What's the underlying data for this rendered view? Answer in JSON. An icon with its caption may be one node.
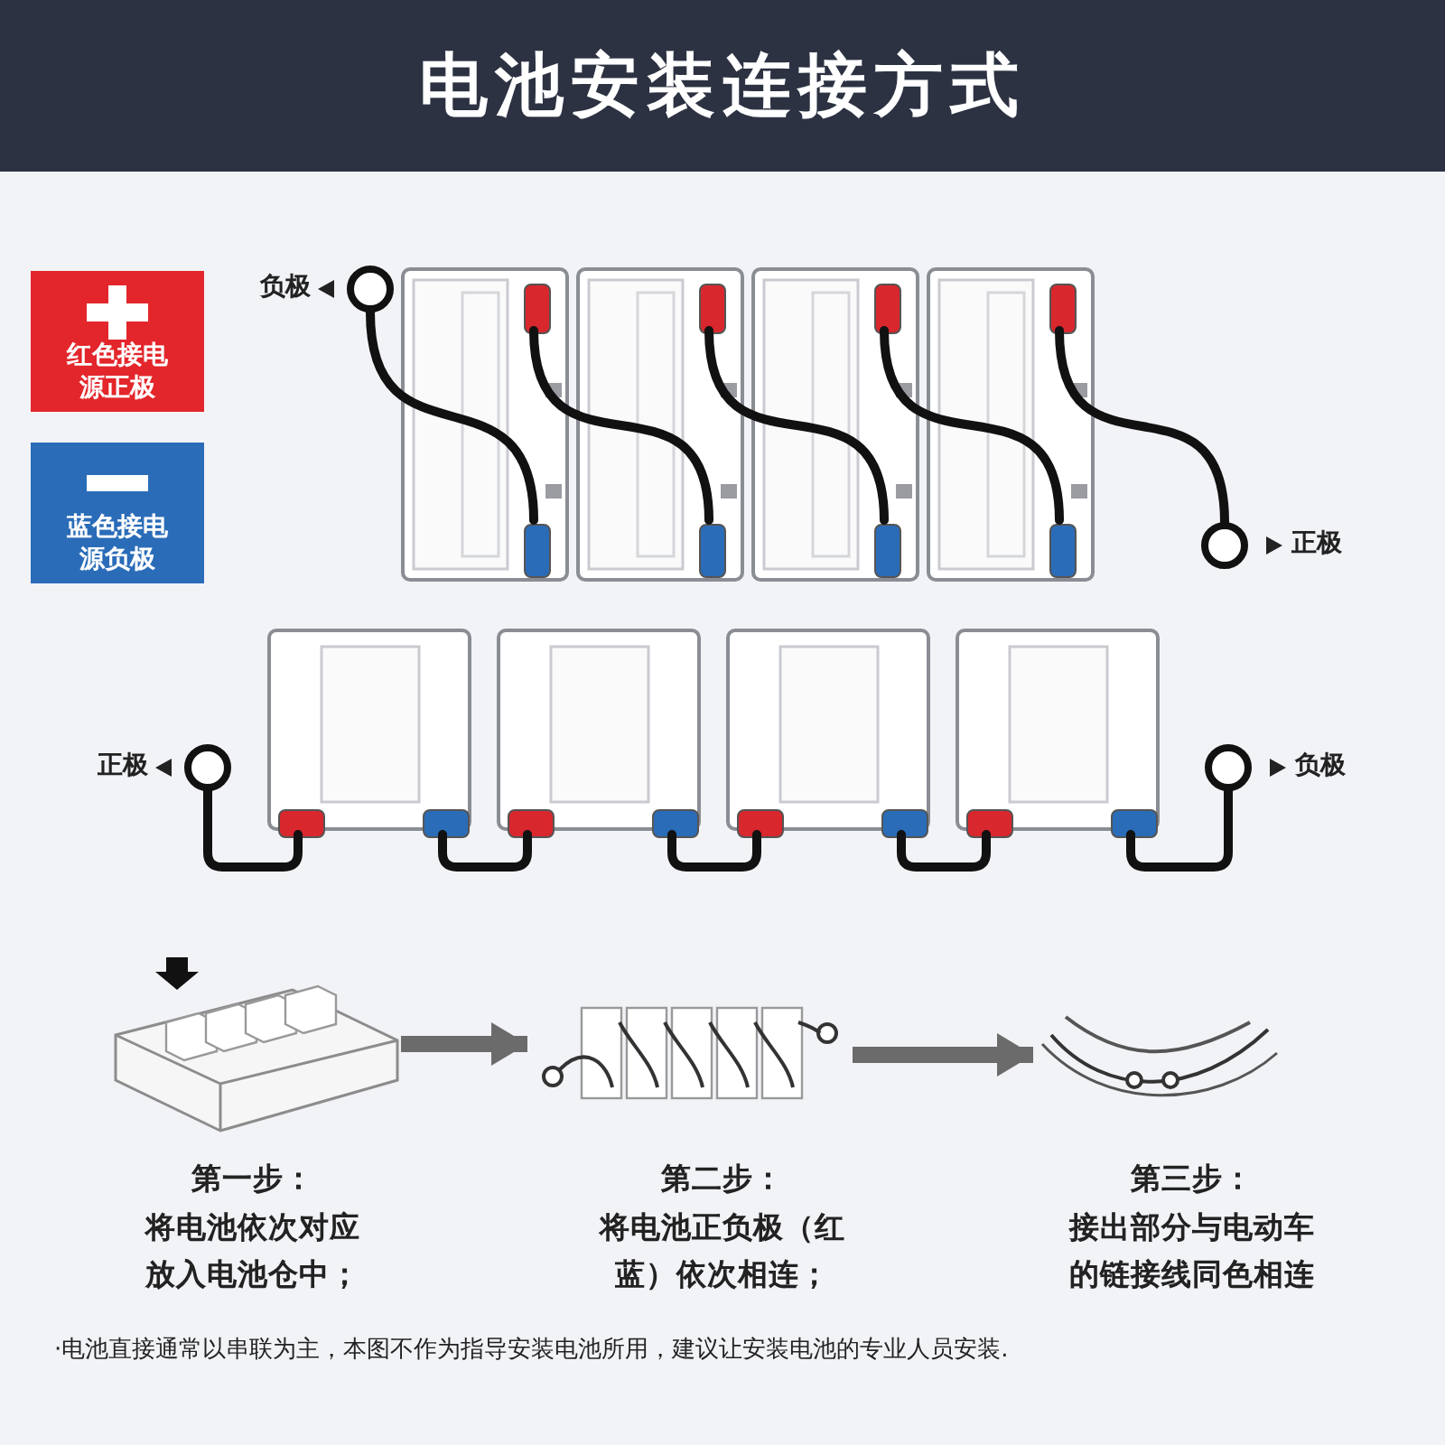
{
  "diagram": {
    "title": "电池安装连接方式",
    "nodes": [
      {
        "text": [],
        "shape": "circle",
        "beside": [
          "负极"
        ]
      },
      {
        "text": [],
        "shape": "box"
      },
      {
        "text": [],
        "shape": "box",
        "in": 1
      },
      {
        "text": [],
        "shape": "box",
        "in": 1
      },
      {
        "text": [],
        "shape": "box"
      },
      {
        "text": [],
        "shape": "box",
        "in": 4
      },
      {
        "text": [],
        "shape": "box",
        "in": 4
      },
      {
        "text": [],
        "shape": "box"
      },
      {
        "text": [],
        "shape": "box",
        "in": 7
      },
      {
        "text": [],
        "shape": "box",
        "in": 7
      },
      {
        "text": [],
        "shape": "box"
      },
      {
        "text": [],
        "shape": "box",
        "in": 10
      },
      {
        "text": [],
        "shape": "box",
        "in": 10
      },
      {
        "text": [],
        "shape": "circle",
        "beside": [
          "正极"
        ]
      },
      {
        "text": [],
        "shape": "circle",
        "beside": [
          "正极"
        ]
      },
      {
        "text": [],
        "shape": "box"
      },
      {
        "text": [],
        "shape": "box",
        "in": 15
      },
      {
        "text": [],
        "shape": "box",
        "in": 15
      },
      {
        "text": [],
        "shape": "box"
      },
      {
        "text": [],
        "shape": "box",
        "in": 18
      },
      {
        "text": [],
        "shape": "box",
        "in": 18
      },
      {
        "text": [],
        "shape": "box"
      },
      {
        "text": [],
        "shape": "box",
        "in": 21
      },
      {
        "text": [],
        "shape": "box",
        "in": 21
      },
      {
        "text": [],
        "shape": "box"
      },
      {
        "text": [],
        "shape": "box",
        "in": 24
      },
      {
        "text": [],
        "shape": "box",
        "in": 24
      },
      {
        "text": [],
        "shape": "circle",
        "beside": [
          "负极"
        ]
      },
      {
        "text": [],
        "shape": "picture",
        "beside": [
          "第一步：",
          "将电池依次对应放入电池仓中；"
        ]
      },
      {
        "text": [],
        "shape": "picture",
        "beside": [
          "第二步：",
          "将电池正负极（红蓝）依次相连；"
        ]
      },
      {
        "text": [],
        "shape": "picture",
        "beside": [
          "第三步：",
          "接出部分与电动车的链接线同色相连"
        ]
      }
    ],
    "edges": [
      {
        "from": 0,
        "to": 3,
        "arrow": "none"
      },
      {
        "from": 2,
        "to": 6,
        "arrow": "none"
      },
      {
        "from": 5,
        "to": 9,
        "arrow": "none"
      },
      {
        "from": 8,
        "to": 12,
        "arrow": "none"
      },
      {
        "from": 11,
        "to": 13,
        "arrow": "none"
      },
      {
        "from": 14,
        "to": 16,
        "arrow": "none"
      },
      {
        "from": 17,
        "to": 19,
        "arrow": "none"
      },
      {
        "from": 20,
        "to": 22,
        "arrow": "none"
      },
      {
        "from": 23,
        "to": 25,
        "arrow": "none"
      },
      {
        "from": 26,
        "to": 27,
        "arrow": "none"
      },
      {
        "from": 28,
        "to": 29,
        "arrow": "to",
        "style": "thick",
        "color": "#6b6b6b"
      },
      {
        "from": 29,
        "to": 30,
        "arrow": "to",
        "style": "thick",
        "color": "#6b6b6b"
      }
    ],
    "labels": [
      "·电池直接通常以串联为主，本图不作为指导安装电池所用，建议让安装电池的专业人员安装."
    ],
    "legend": [
      {
        "text": "红色接电源正极",
        "color": "#e3262b"
      },
      {
        "text": "蓝色接电源负极",
        "color": "#2a6cb8"
      }
    ]
  }
}
